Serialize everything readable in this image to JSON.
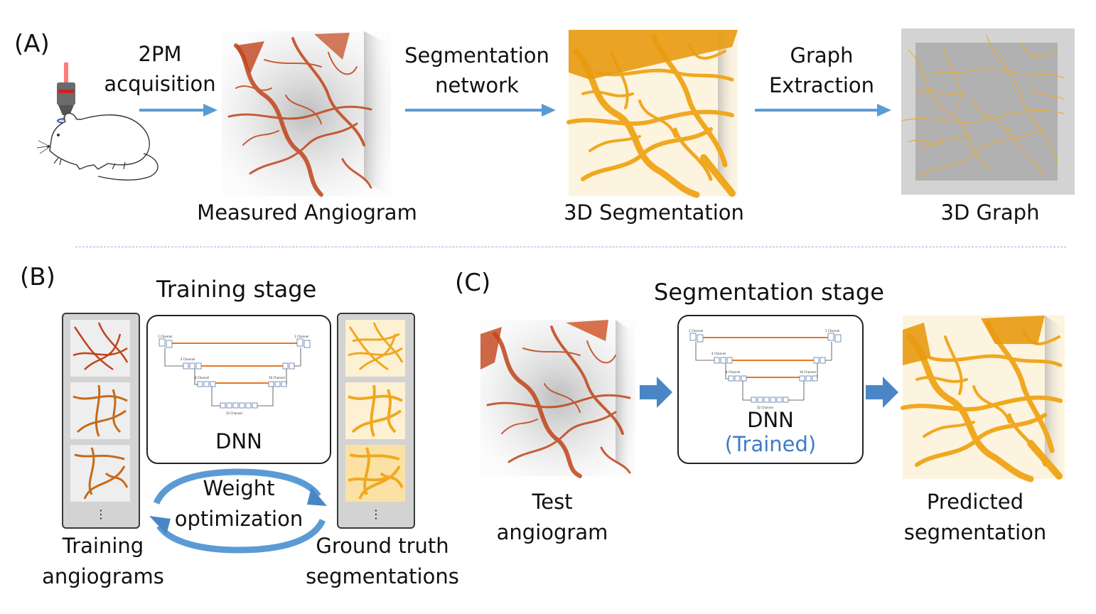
{
  "panels": {
    "a": {
      "label": "(A)",
      "step1_line1": "2PM",
      "step1_line2": "acquisition",
      "step2_line1": "Segmentation",
      "step2_line2": "network",
      "step3_line1": "Graph",
      "step3_line2": "Extraction",
      "caption1": "Measured Angiogram",
      "caption2": "3D Segmentation",
      "caption3": "3D Graph"
    },
    "b": {
      "label": "(B)",
      "title": "Training stage",
      "dnn_label": "DNN",
      "loop_line1": "Weight",
      "loop_line2": "optimization",
      "left_line1": "Training",
      "left_line2": "angiograms",
      "right_line1": "Ground truth",
      "right_line2": "segmentations",
      "ellipsis": "⋮"
    },
    "c": {
      "label": "(C)",
      "title": "Segmentation stage",
      "dnn_label": "DNN",
      "dnn_sub": "(Trained)",
      "input_line1": "Test",
      "input_line2": "angiogram",
      "output_line1": "Predicted",
      "output_line2": "segmentation"
    }
  },
  "colors": {
    "arrow_blue": "#5b9bd5",
    "angiogram": "#c0441a",
    "segmentation": "#f0a820",
    "trained_text": "#3d7cc9",
    "unet_orange": "#e87722",
    "divider": "#8fb4d9"
  },
  "icons": [
    "mouse-icon",
    "microscope-icon",
    "laser-beam-icon",
    "unet-diagram-icon",
    "cycle-arrows-icon"
  ]
}
